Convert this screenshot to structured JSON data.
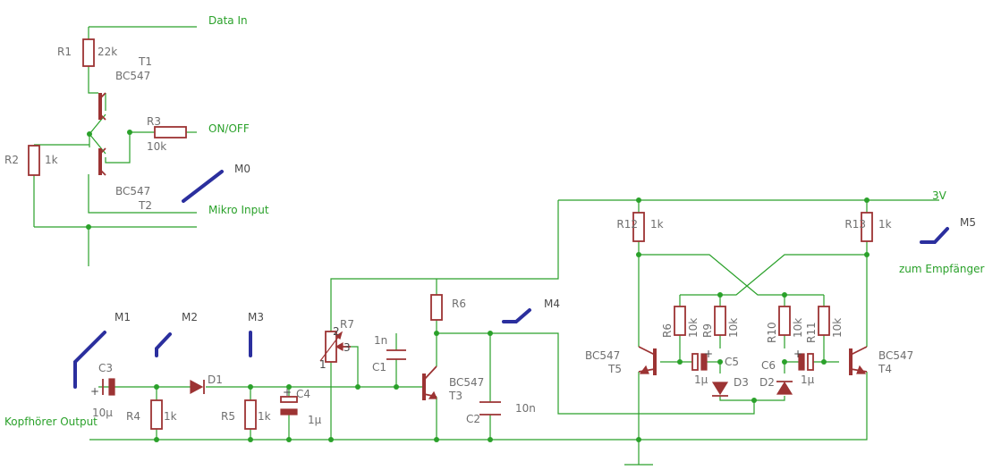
{
  "colors": {
    "wire": "#2aa12a",
    "component": "#9c3333",
    "probe": "#2b2f9e",
    "label": "#6f6f6f"
  },
  "nets": {
    "data_in": "Data In",
    "on_off": "ON/OFF",
    "mikro_input": "Mikro Input",
    "v3": "3V",
    "zum_empfaenger": "zum Empfänger",
    "kopfhoerer_output": "Kopfhörer Output"
  },
  "resistors": {
    "r1": {
      "name": "R1",
      "value": "22k"
    },
    "r2": {
      "name": "R2",
      "value": "1k"
    },
    "r3": {
      "name": "R3",
      "value": "10k"
    },
    "r4": {
      "name": "R4",
      "value": "1k"
    },
    "r5": {
      "name": "R5",
      "value": "1k"
    },
    "r6a": {
      "name": "R6"
    },
    "r6b": {
      "name": "R6",
      "value": "10k"
    },
    "r7": {
      "name": "R7",
      "pin1": "1",
      "pin2": "2",
      "pin3": "3"
    },
    "r9": {
      "name": "R9",
      "value": "10k"
    },
    "r10": {
      "name": "R10",
      "value": "10k"
    },
    "r11": {
      "name": "R11",
      "value": "10k"
    },
    "r12": {
      "name": "R12",
      "value": "1k"
    },
    "r13": {
      "name": "R13",
      "value": "1k"
    }
  },
  "capacitors": {
    "c1": {
      "name": "C1",
      "value": "1n"
    },
    "c2": {
      "name": "C2",
      "value": "10n"
    },
    "c3": {
      "name": "C3",
      "value": "10µ"
    },
    "c4": {
      "name": "C4",
      "value": "1µ"
    },
    "c5": {
      "name": "C5",
      "value": "1µ"
    },
    "c6": {
      "name": "C6",
      "value": "1µ"
    }
  },
  "diodes": {
    "d1": "D1",
    "d2": "D2",
    "d3": "D3"
  },
  "transistors": {
    "t1": {
      "name": "T1",
      "type": "BC547"
    },
    "t2": {
      "name": "T2",
      "type": "BC547"
    },
    "t3": {
      "name": "T3",
      "type": "BC547"
    },
    "t4": {
      "name": "T4",
      "type": "BC547"
    },
    "t5": {
      "name": "T5",
      "type": "BC547"
    }
  },
  "measure_points": {
    "m0": "M0",
    "m1": "M1",
    "m2": "M2",
    "m3": "M3",
    "m4": "M4",
    "m5": "M5"
  },
  "polarity_mark": "+"
}
